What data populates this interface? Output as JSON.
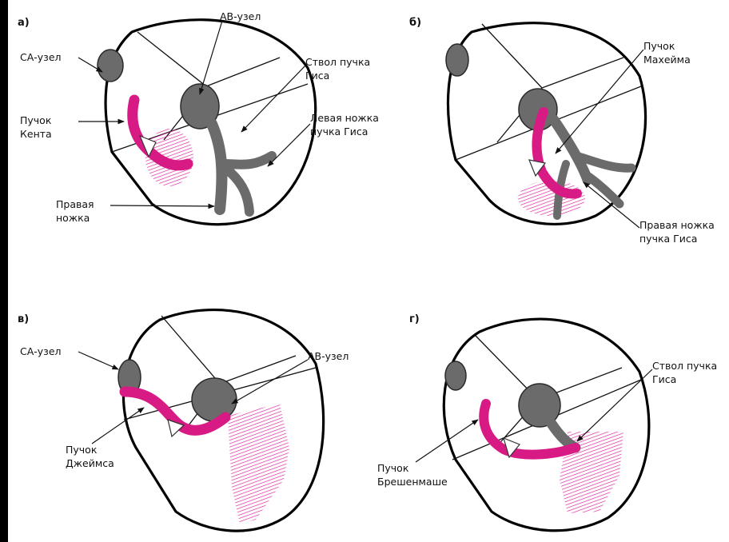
{
  "colors": {
    "background": "#000000",
    "panel": "#ffffff",
    "pathway": "#d81b84",
    "conduction": "#6b6b6b"
  },
  "panels": {
    "a": {
      "letter": "а)",
      "labels": {
        "sa_node": "СА-узел",
        "av_node": "АВ-узел",
        "kent_1": "Пучок",
        "kent_2": "Кента",
        "his_trunk_1": "Ствол пучка",
        "his_trunk_2": "Гиса",
        "left_branch_1": "Левая ножка",
        "left_branch_2": "пучка Гиса",
        "right_branch_1": "Правая",
        "right_branch_2": "ножка"
      }
    },
    "b": {
      "letter": "б)",
      "labels": {
        "mahaim_1": "Пучок",
        "mahaim_2": "Махейма",
        "right_branch_1": "Правая ножка",
        "right_branch_2": "пучка Гиса"
      }
    },
    "c": {
      "letter": "в)",
      "labels": {
        "sa_node": "СА-узел",
        "av_node": "АВ-узел",
        "james_1": "Пучок",
        "james_2": "Джеймса"
      }
    },
    "d": {
      "letter": "г)",
      "labels": {
        "trunk_1": "Ствол пучка",
        "trunk_2": "Гиса",
        "bresch_1": "Пучок",
        "bresch_2": "Брешенмаше"
      }
    }
  }
}
